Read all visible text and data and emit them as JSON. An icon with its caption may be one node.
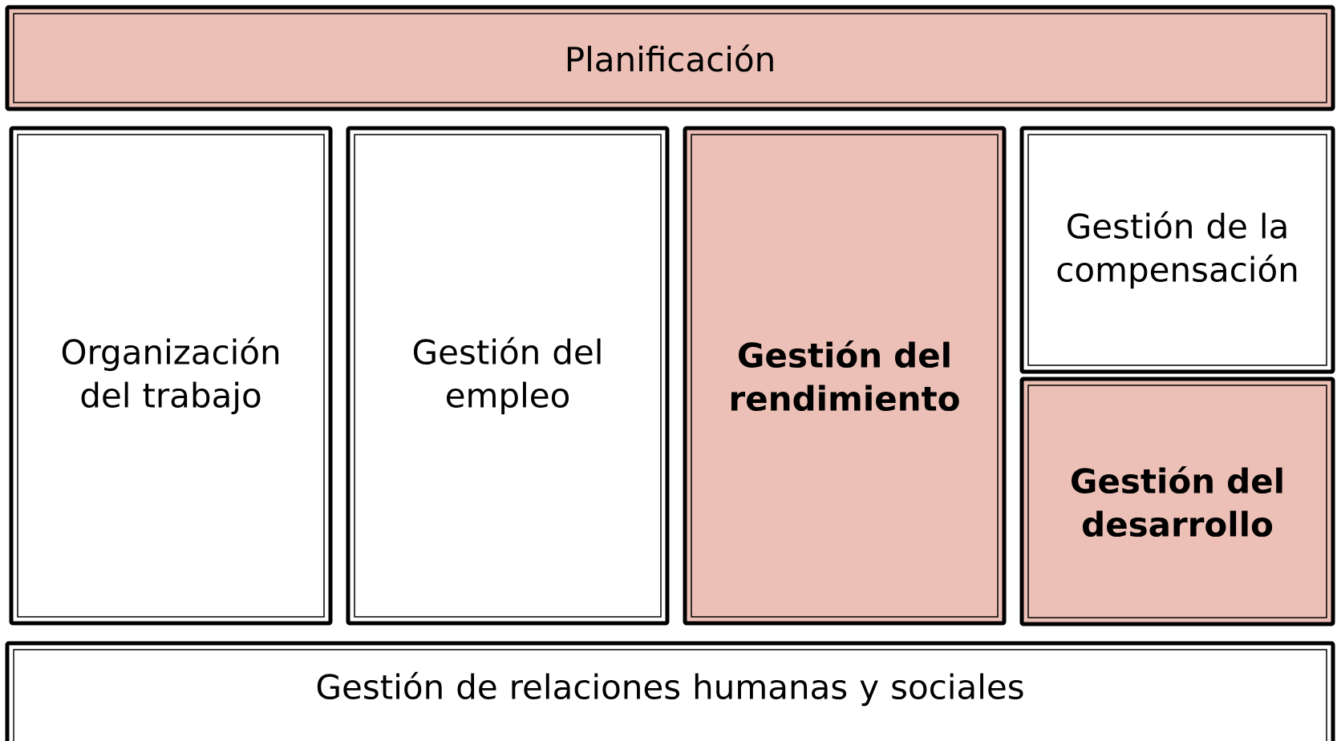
{
  "diagram": {
    "nodes": [
      {
        "text": [
          "Planificación"
        ]
      },
      {
        "text": [
          "Organización del trabajo"
        ]
      },
      {
        "text": [
          "Gestión del empleo"
        ]
      },
      {
        "text": [
          "Gestión del rendimiento"
        ]
      },
      {
        "text": [
          "Gestión de la compensación"
        ]
      },
      {
        "text": [
          "Gestión del desarrollo"
        ]
      },
      {
        "text": [
          "Gestión de relaciones humanas y sociales"
        ]
      }
    ]
  }
}
